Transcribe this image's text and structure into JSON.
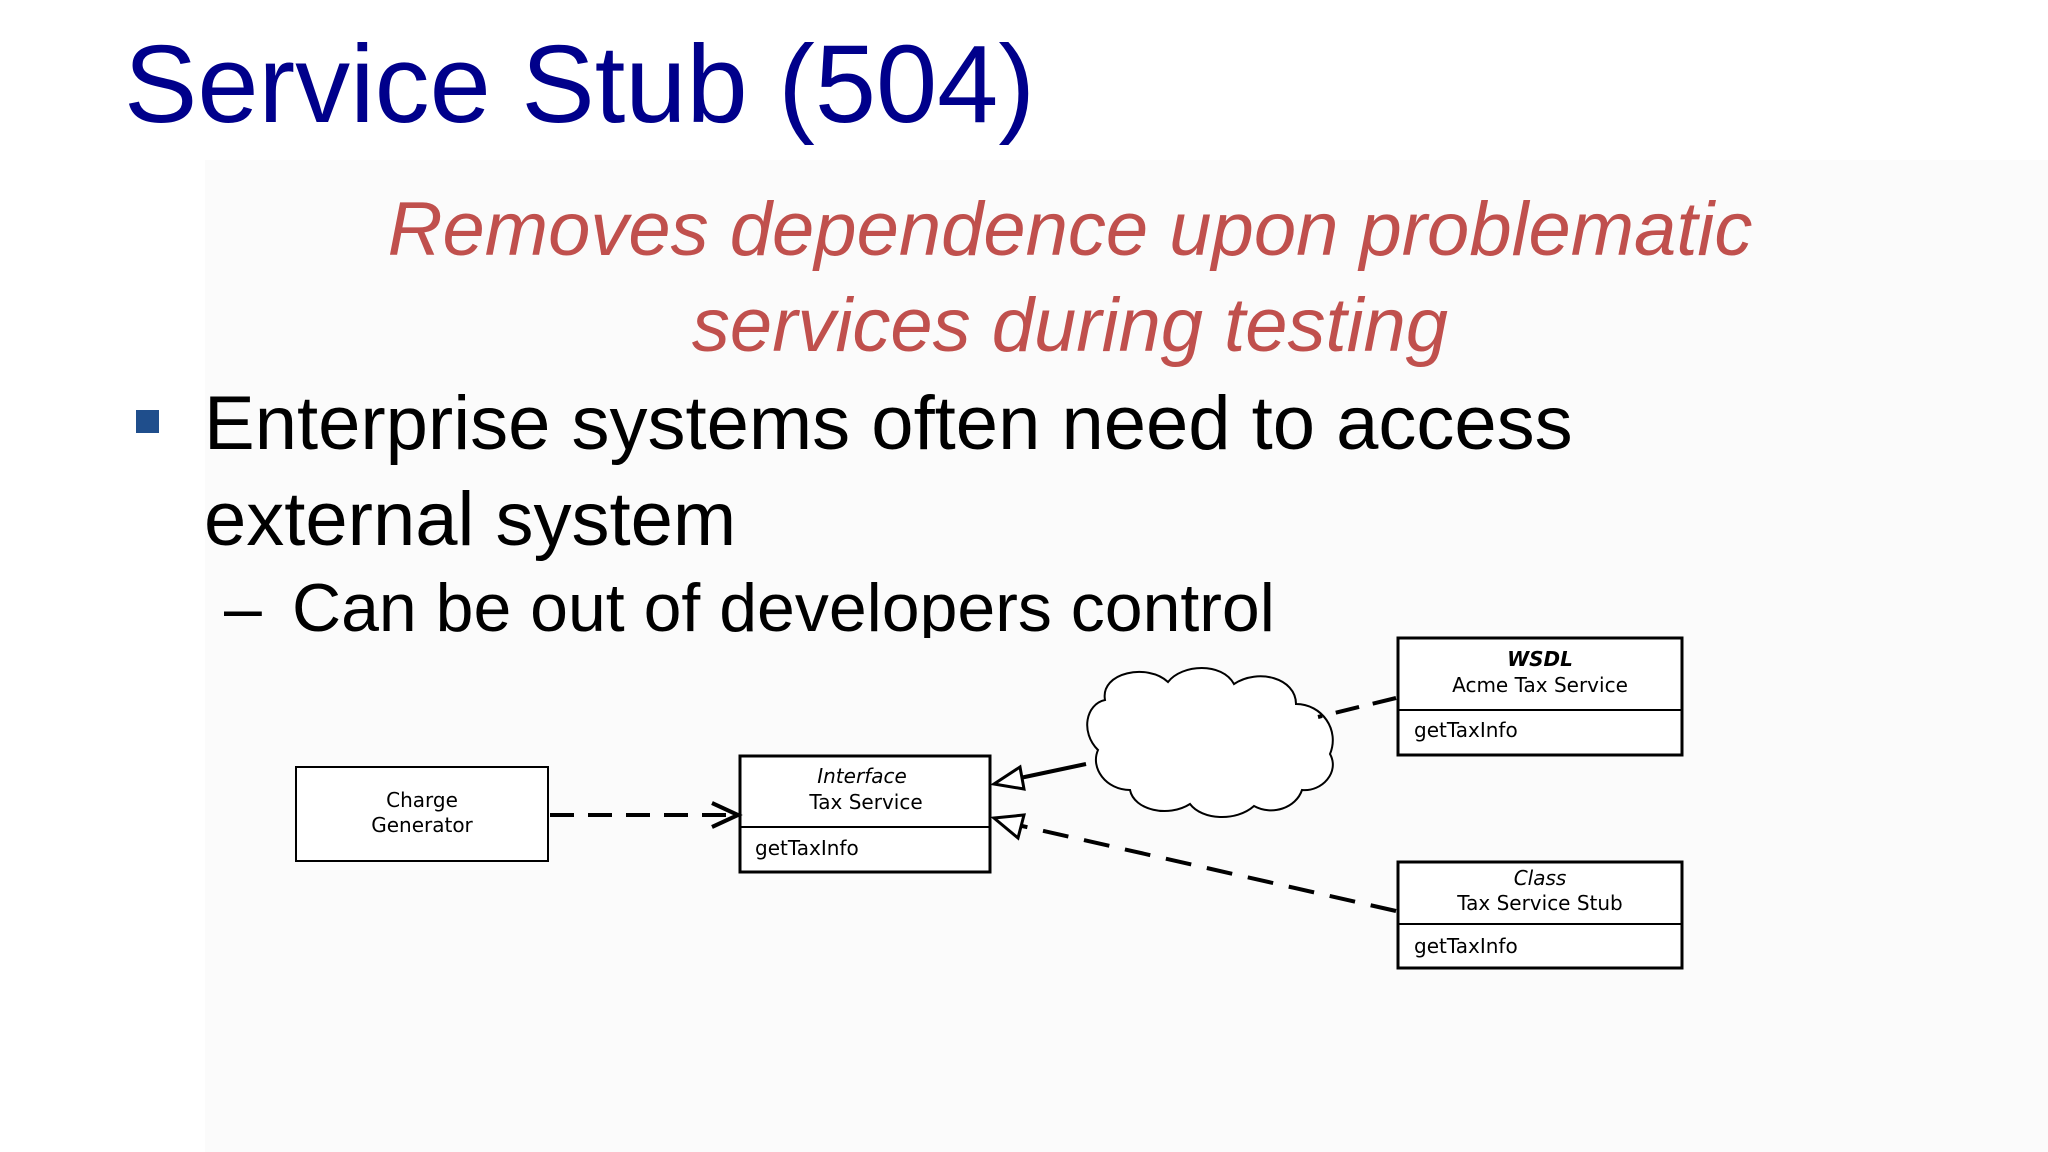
{
  "slide": {
    "title": "Service Stub (504)",
    "subtitle": {
      "line1": "Removes dependence upon problematic",
      "line2": "services during testing"
    },
    "bullet": {
      "line1": "Enterprise systems often need to access",
      "line2": "external system"
    },
    "sub_bullet": {
      "dash": "–",
      "text": "Can be out of developers control"
    }
  },
  "diagram": {
    "charge_generator": {
      "line1": "Charge",
      "line2": "Generator"
    },
    "tax_interface": {
      "stereotype": "Interface",
      "name": "Tax Service",
      "operation": "getTaxInfo"
    },
    "acme_service": {
      "stereotype": "WSDL",
      "name": "Acme Tax Service",
      "operation": "getTaxInfo"
    },
    "stub_class": {
      "stereotype": "Class",
      "name": "Tax Service Stub",
      "operation": "getTaxInfo"
    }
  }
}
